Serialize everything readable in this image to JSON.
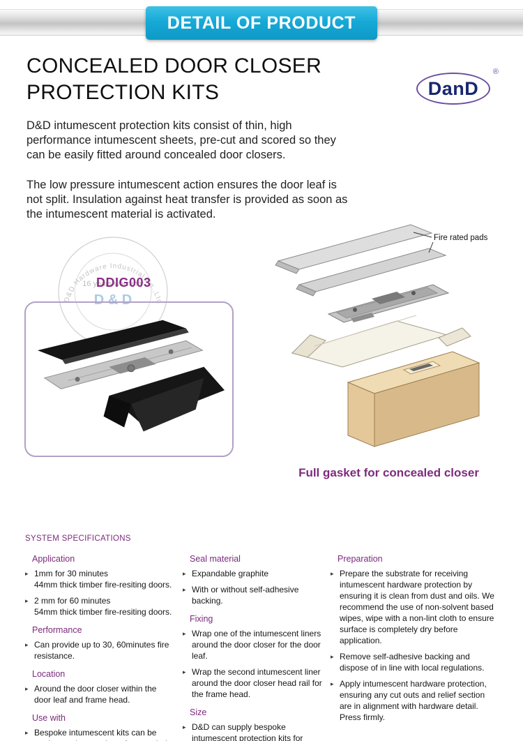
{
  "banner": {
    "label": "DETAIL OF PRODUCT"
  },
  "title": {
    "line1": "CONCEALED DOOR CLOSER",
    "line2": "PROTECTION KITS"
  },
  "logo": {
    "brand": "DanD",
    "registered": "®"
  },
  "intro": {
    "para1": "D&D intumescent protection kits consist of thin, high performance intumescent sheets, pre-cut and scored so they can be easily fitted around concealed door closers.",
    "para2": "The low pressure intumescent action ensures the door leaf is not split. Insulation against heat transfer is provided as soon as the intumescent material is activated."
  },
  "product": {
    "code": "DDIG003",
    "watermark": {
      "arc": "D&D Hardware Industrial Co.,Ltd",
      "warranty": "16 years warranty",
      "brand": "D & D"
    }
  },
  "diagram": {
    "callout": "Fire rated pads",
    "caption": "Full gasket for concealed closer"
  },
  "specs": {
    "title": "SYSTEM SPECIFICATIONS",
    "columns": [
      {
        "sections": [
          {
            "heading": "Application",
            "items": [
              "1mm for 30 minutes\n44mm thick timber fire-resiting doors.",
              "2 mm for 60 minutes\n54mm thick timber fire-resiting doors."
            ]
          },
          {
            "heading": "Performance",
            "items": [
              "Can provide up to 30, 60minutes fire resistance."
            ]
          },
          {
            "heading": "Location",
            "items": [
              "Around the door closer within the door leaf and frame head."
            ]
          },
          {
            "heading": "Use with",
            "items": [
              "Bespoke intumescent kits can be made to suit a number of concealed door closers."
            ]
          }
        ]
      },
      {
        "sections": [
          {
            "heading": "Seal material",
            "items": [
              "Expandable graphite",
              "With or without self-adhesive backing."
            ]
          },
          {
            "heading": "Fixing",
            "items": [
              "Wrap one of the intumescent liners around the door closer for the door leaf.",
              "Wrap the second intumescent liner around the door closer head rail for the frame head."
            ]
          },
          {
            "heading": "Size",
            "items": [
              "D&D can supply bespoke intumescent protection kits for commonly specified concealed door closers."
            ]
          }
        ]
      },
      {
        "sections": [
          {
            "heading": "Preparation",
            "items": [
              "Prepare the substrate for receiving intumescent hardware protection by ensuring it is clean from dust and oils. We recommend the use of non-solvent based wipes, wipe with a non-lint cloth to ensure surface is completely dry before application.",
              "Remove self-adhesive backing and dispose of in line with local regulations.",
              "Apply intumescent hardware protection, ensuring any cut outs and relief section are in alignment with hardware detail. Press firmly."
            ]
          }
        ]
      }
    ]
  },
  "colors": {
    "accent_blue": "#17a9d6",
    "accent_purple": "#8a2e86",
    "logo_navy": "#17276f",
    "wood_tan": "#e6cfa5"
  }
}
